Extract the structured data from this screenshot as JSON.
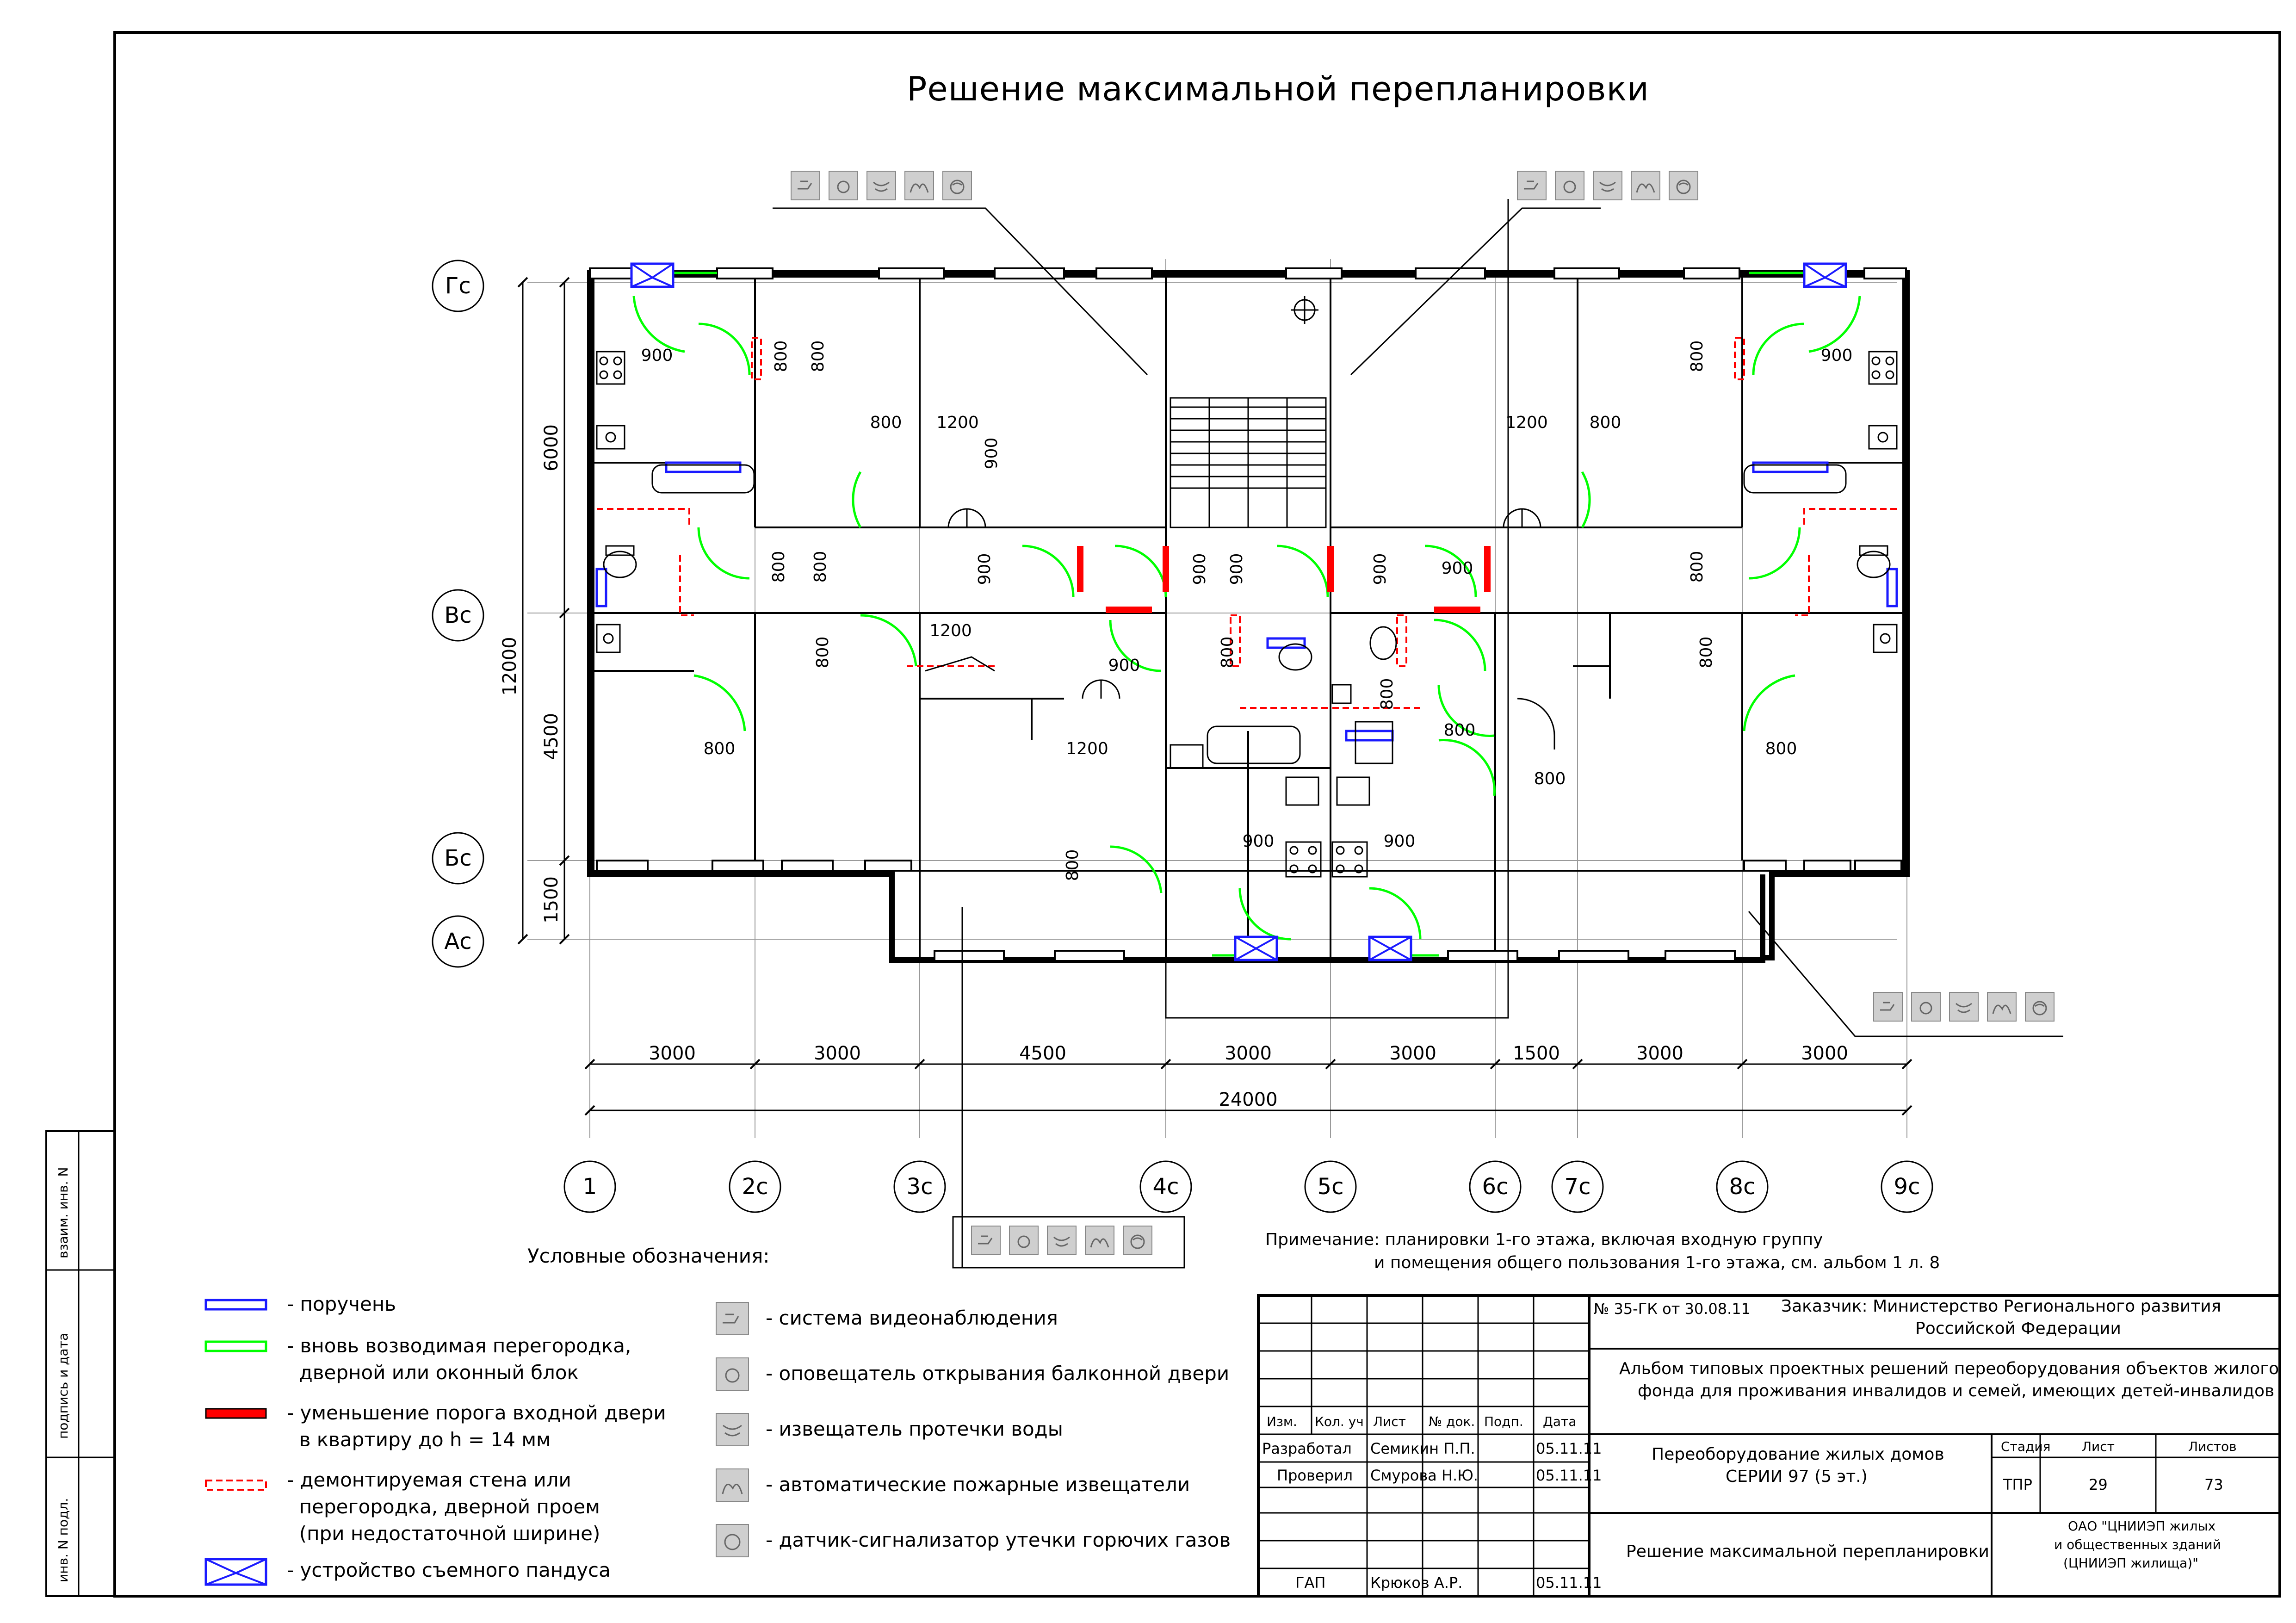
{
  "title": "Решение максимальной  перепланировки",
  "grid": {
    "rows": [
      "Гс",
      "Вс",
      "Бс",
      "Ас"
    ],
    "columns": [
      "1",
      "2с",
      "3с",
      "4с",
      "5с",
      "6с",
      "7с",
      "8с",
      "9с"
    ]
  },
  "dimensions": {
    "bottom": [
      "3000",
      "3000",
      "4500",
      "3000",
      "3000",
      "1500",
      "3000",
      "3000"
    ],
    "total": "24000",
    "left": [
      "6000",
      "4500",
      "1500"
    ],
    "left_total": "12000",
    "inner": [
      "900",
      "800",
      "800",
      "1200",
      "1200",
      "800",
      "800",
      "900",
      "800",
      "900",
      "900",
      "900",
      "900",
      "800",
      "1200",
      "800",
      "900",
      "1200",
      "800",
      "800",
      "900",
      "900",
      "800",
      "800",
      "800",
      "800",
      "800",
      "800",
      "900",
      "900",
      "800",
      "800"
    ]
  },
  "legend": {
    "title": "Условные обозначения:",
    "items": [
      {
        "icon": "handrail-symbol",
        "color": "#1a1aff",
        "text": "- поручень"
      },
      {
        "icon": "new-partition-symbol",
        "color": "#00ff00",
        "text": "- вновь возводимая перегородка,\n  дверной или оконный блок"
      },
      {
        "icon": "threshold-symbol",
        "color": "#ff0000",
        "text": "- уменьшение порога входной двери\n  в квартиру до h = 14 мм"
      },
      {
        "icon": "demolished-wall-symbol",
        "color": "#ff0000",
        "text": "- демонтируемая стена или\n  перегородка, дверной проем\n  (при недостаточной ширине)"
      },
      {
        "icon": "ramp-symbol",
        "color": "#1a1aff",
        "text": "- устройство съемного пандуса"
      }
    ],
    "devices": [
      {
        "icon": "camera-icon",
        "text": "- система видеонаблюдения"
      },
      {
        "icon": "balcony-alarm-icon",
        "text": "- оповещатель открывания балконной двери"
      },
      {
        "icon": "leak-sensor-icon",
        "text": "- извещатель протечки воды"
      },
      {
        "icon": "fire-detector-icon",
        "text": "- автоматические пожарные извещатели"
      },
      {
        "icon": "gas-sensor-icon",
        "text": "- датчик-сигнализатор утечки горючих газов"
      }
    ]
  },
  "note": {
    "line1": "Примечание: планировки 1-го этажа, включая входную группу",
    "line2": "и помещения общего пользования 1-го этажа,  см. альбом 1 л. 8"
  },
  "side_stamp": [
    "взаим. инв. N",
    "подпись и дата",
    "инв. N подл."
  ],
  "title_block": {
    "doc": "№ 35-ГК от 30.08.11",
    "customer": "Заказчик: Министерство Регионального развития",
    "customer2": "Российской Федерации",
    "album1": "Альбом типовых проектных решений переоборудования объектов жилого",
    "album2": "фонда для проживания инвалидов и семей, имеющих детей-инвалидов",
    "headers": [
      "Изм.",
      "Кол. уч",
      "Лист",
      "№ док.",
      "Подп.",
      "Дата"
    ],
    "rows": [
      {
        "role": "Разработал",
        "name": "Семикин П.П.",
        "date": "05.11.11"
      },
      {
        "role": "Проверил",
        "name": "Смурова Н.Ю.",
        "date": "05.11.11"
      },
      {
        "role": "ГАП",
        "name": "Крюков А.Р.",
        "date": "05.11.11"
      }
    ],
    "project1": "Переоборудование жилых домов",
    "project2": "СЕРИИ 97 (5 эт.)",
    "sheet_title": "Решение максимальной перепланировки",
    "stage_label": "Стадия",
    "sheet_label": "Лист",
    "sheets_label": "Листов",
    "stage": "ТПР",
    "sheet": "29",
    "sheets": "73",
    "org1": "ОАО \"ЦНИИЭП жилых",
    "org2": "и общественных зданий",
    "org3": "(ЦНИИЭП жилища)\""
  },
  "colors": {
    "new": "#00ff00",
    "handrail": "#1a1aff",
    "threshold": "#ff0000",
    "demolished": "#ff0000",
    "wall": "#000000"
  }
}
